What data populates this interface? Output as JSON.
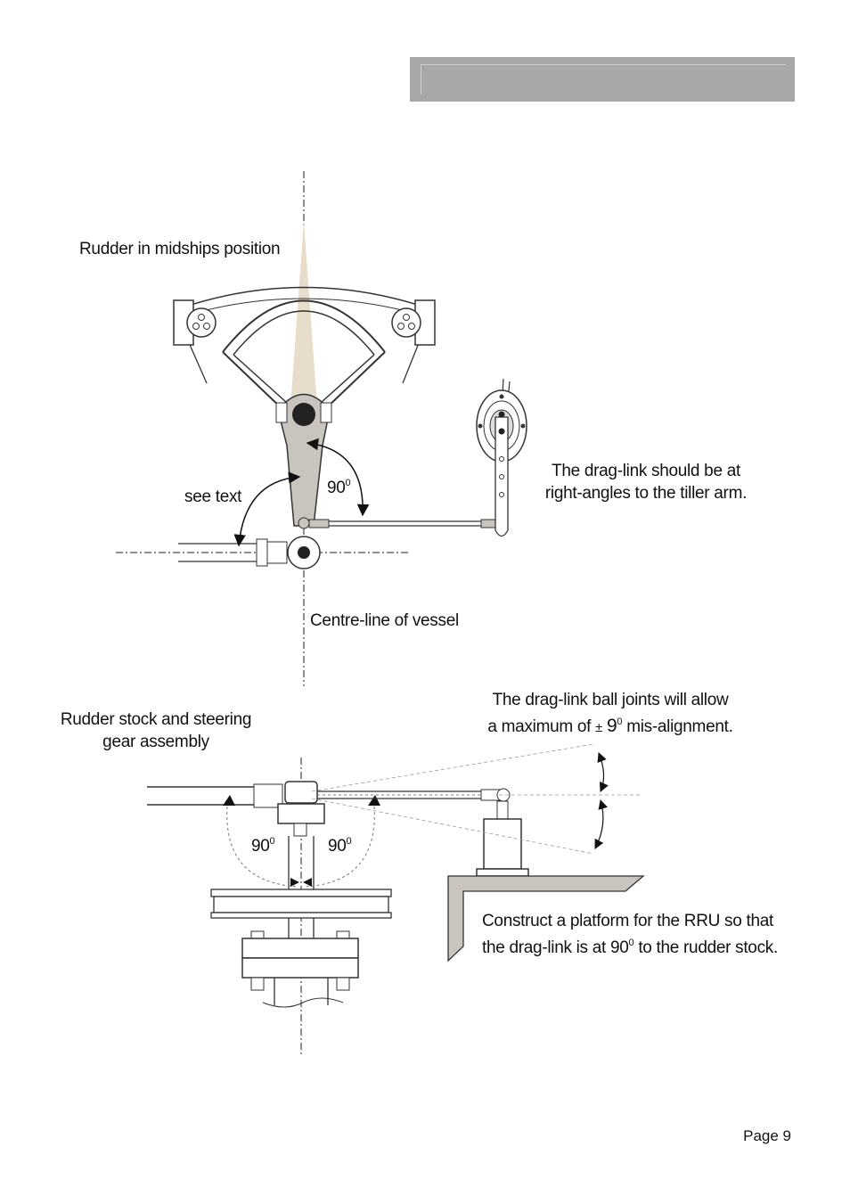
{
  "header": {
    "title": ""
  },
  "diagram_top": {
    "caption": "Rudder in midships position",
    "angle_label": "90",
    "angle_unit": "0",
    "see_text": "see text",
    "note_line1": "The drag-link should be at",
    "note_line2": "right-angles to the tiller arm.",
    "centreline_label": "Centre-line of vessel"
  },
  "diagram_bottom": {
    "caption_line1": "Rudder stock and steering",
    "caption_line2": "gear assembly",
    "ball_joint_line1": "The drag-link ball joints will allow",
    "ball_joint_prefix": "a maximum of",
    "plus_minus": "±",
    "angle_value": "9",
    "angle_unit": "0",
    "ball_joint_suffix": "mis-alignment.",
    "angle_left": "90",
    "angle_right": "90",
    "platform_line1": "Construct a platform for the RRU so that",
    "platform_line2_prefix": "the drag-link is at 90",
    "platform_line2_sup": "0",
    "platform_line2_suffix": "to the rudder stock."
  },
  "footer": {
    "page_label": "Page 9"
  }
}
